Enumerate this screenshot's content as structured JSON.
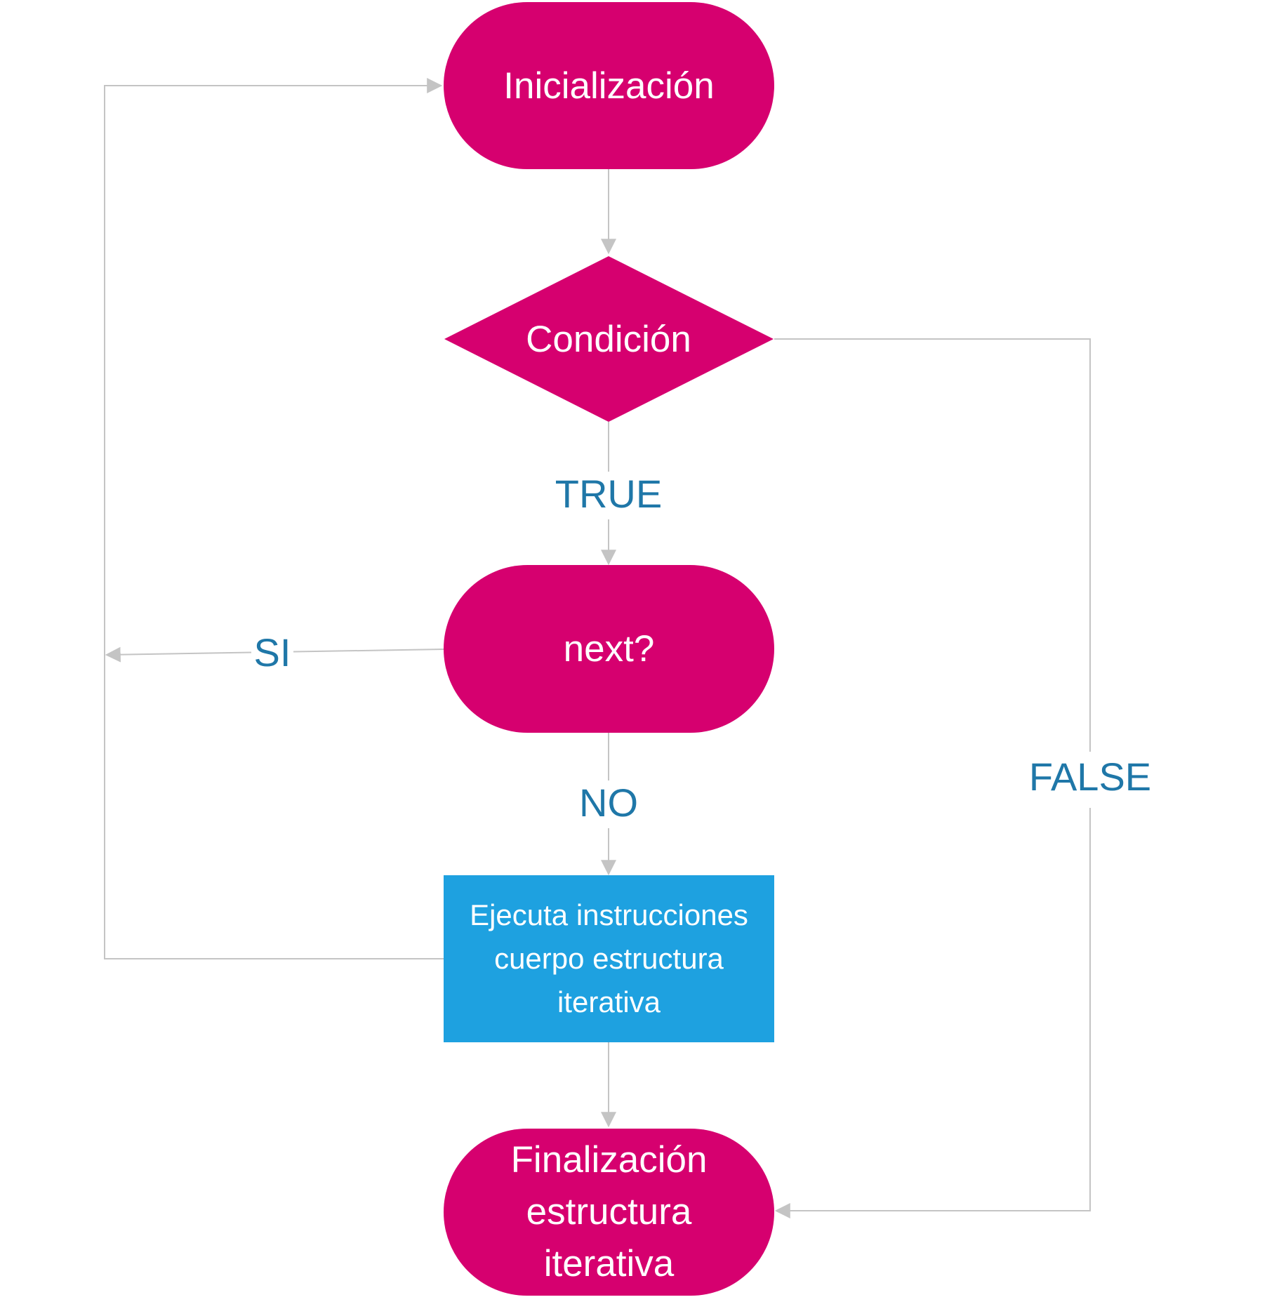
{
  "colors": {
    "terminal": "#D6006F",
    "process": "#1EA1E0",
    "decision": "#D6006F",
    "connector": "#C4C4C4",
    "edge_label": "#1F77A8",
    "node_text": "#FFFFFF"
  },
  "nodes": {
    "start": {
      "label": "Inicialización"
    },
    "condition": {
      "label": "Condición"
    },
    "next": {
      "label": "next?"
    },
    "body": {
      "line1": "Ejecuta instrucciones",
      "line2": "cuerpo estructura",
      "line3": "iterativa"
    },
    "end": {
      "line1": "Finalización",
      "line2": "estructura",
      "line3": "iterativa"
    }
  },
  "edges": {
    "true_label": "TRUE",
    "false_label": "FALSE",
    "si_label": "SI",
    "no_label": "NO"
  }
}
